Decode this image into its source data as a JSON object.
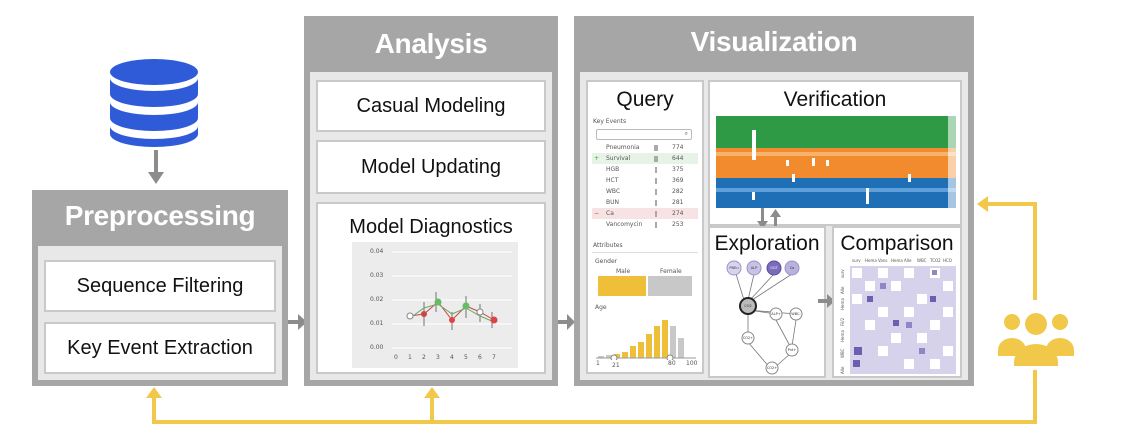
{
  "colors": {
    "panel_gray": "#a6a6a6",
    "panel_inner": "#e8e8e8",
    "database_blue": "#2f5bd9",
    "feedback_yellow": "#f2c84b",
    "arrow_gray": "#8c8c8c"
  },
  "icons": {
    "database": "database-icon",
    "users": "users-icon"
  },
  "preprocessing": {
    "title": "Preprocessing",
    "steps": [
      "Sequence Filtering",
      "Key Event Extraction"
    ]
  },
  "analysis": {
    "title": "Analysis",
    "steps": [
      "Casual Modeling",
      "Model Updating",
      "Model Diagnostics"
    ],
    "diagnostics_plot": {
      "y_ticks": [
        "0.04",
        "0.03",
        "0.02",
        "0.01",
        "0.00"
      ],
      "x_ticks": [
        "0",
        "1",
        "2",
        "3",
        "4",
        "5",
        "6",
        "7"
      ]
    }
  },
  "visualization": {
    "title": "Visualization",
    "query": {
      "title": "Query",
      "key_events_label": "Key Events",
      "events": [
        {
          "prefix": "",
          "name": "Pneumonia",
          "count": "774"
        },
        {
          "prefix": "+",
          "name": "Survival",
          "count": "644"
        },
        {
          "prefix": "",
          "name": "HGB",
          "count": "375"
        },
        {
          "prefix": "",
          "name": "HCT",
          "count": "369"
        },
        {
          "prefix": "",
          "name": "WBC",
          "count": "282"
        },
        {
          "prefix": "",
          "name": "BUN",
          "count": "281"
        },
        {
          "prefix": "−",
          "name": "Ca",
          "count": "274"
        },
        {
          "prefix": "",
          "name": "Vancomycin",
          "count": "253"
        }
      ],
      "attributes_label": "Attributes",
      "gender_label": "Gender",
      "gender_values": [
        "Male",
        "Female"
      ],
      "age_label": "Age",
      "age_min": "1",
      "age_low": "21",
      "age_high": "80",
      "age_max": "100"
    },
    "verification": {
      "title": "Verification"
    },
    "exploration": {
      "title": "Exploration",
      "nodes": [
        "PNEu",
        "ALP",
        "GGT",
        "Ca",
        "CO2",
        "ALP+",
        "WBC-",
        "CO2+",
        "Pnt+",
        "CO2+"
      ]
    },
    "comparison": {
      "title": "Comparison",
      "columns": [
        "surv",
        "Hema",
        "Vans",
        "Hema",
        "Alle",
        "WBC",
        "TCO2",
        "HCO"
      ],
      "rows": [
        "surv",
        "Alle",
        "Hema",
        "Fil/2",
        "Hema",
        "WBC",
        "Alle"
      ]
    }
  }
}
